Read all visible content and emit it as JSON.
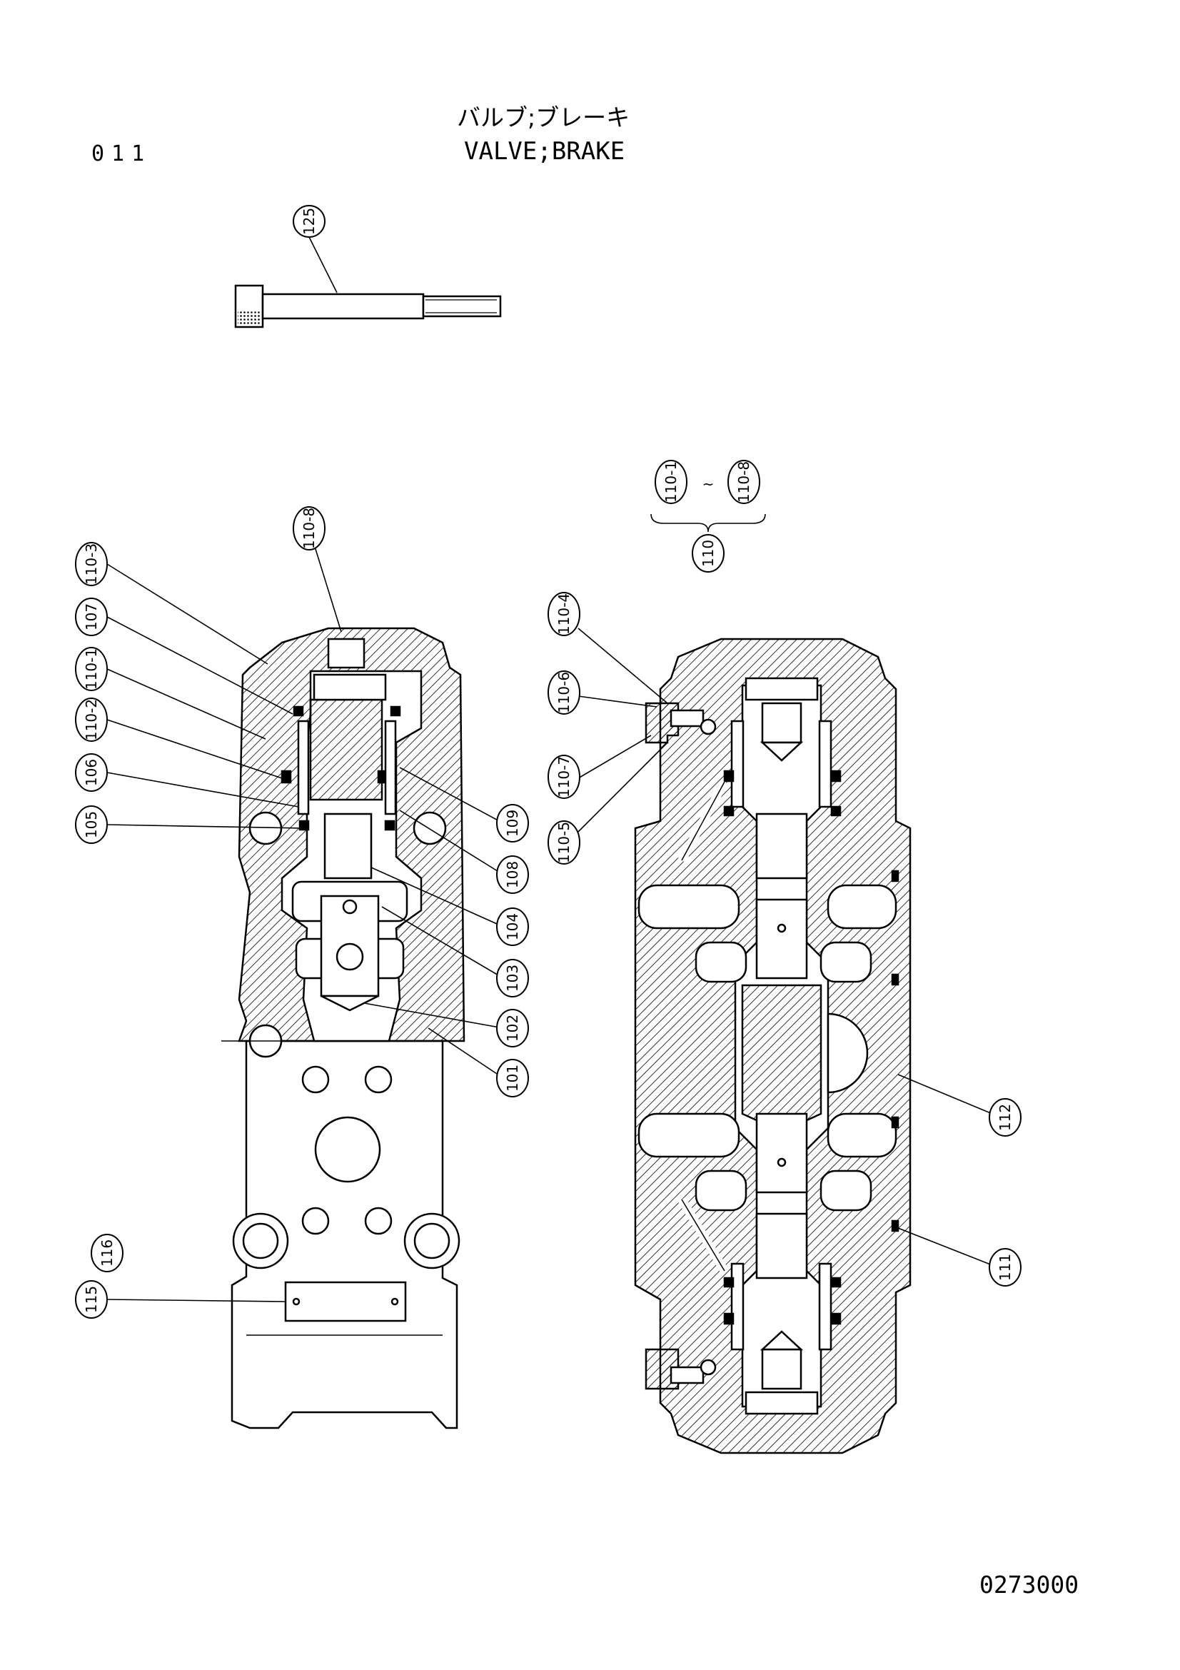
{
  "header": {
    "page_code": "011",
    "title_jp": "バルブ;ブレーキ",
    "title_en": "VALVE;BRAKE"
  },
  "footer": {
    "drawing_number": "0273000"
  },
  "callouts": {
    "c125": "125",
    "c110_8_top": "110-8",
    "c110_3": "110-3",
    "c107": "107",
    "c110_1": "110-1",
    "c110_2": "110-2",
    "c106": "106",
    "c105": "105",
    "c109": "109",
    "c108": "108",
    "c104": "104",
    "c103": "103",
    "c102": "102",
    "c101": "101",
    "c115": "115",
    "c116": "116",
    "c110_4": "110-4",
    "c110_6": "110-6",
    "c110_7": "110-7",
    "c110_5": "110-5",
    "c112": "112",
    "c111": "111",
    "range_from": "110-1",
    "range_tilde": "~",
    "range_to": "110-8",
    "range_assembly": "110"
  }
}
